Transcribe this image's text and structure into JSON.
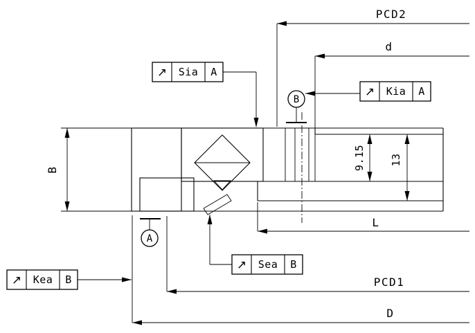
{
  "labels": {
    "pcd2": "PCD2",
    "d": "d",
    "b_width": "B",
    "height_915": "9.15",
    "height_13": "13",
    "l": "L",
    "pcd1": "PCD1",
    "outer_diameter": "D"
  },
  "datums": {
    "a": "A",
    "b": "B"
  },
  "feature_frames": {
    "sia": {
      "symbol": "↗",
      "label": "Sia",
      "datum": "A"
    },
    "kia": {
      "symbol": "↗",
      "label": "Kia",
      "datum": "A"
    },
    "sea": {
      "symbol": "↗",
      "label": "Sea",
      "datum": "B"
    },
    "kea": {
      "symbol": "↗",
      "label": "Kea",
      "datum": "B"
    }
  },
  "colors": {
    "line": "#000000",
    "background": "#ffffff"
  }
}
